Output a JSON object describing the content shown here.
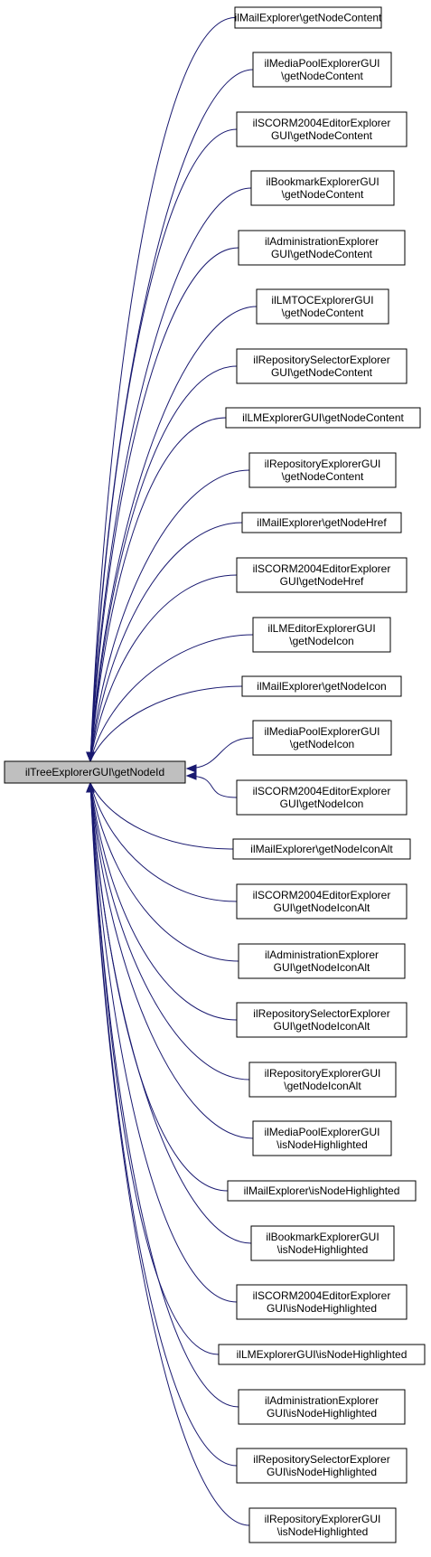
{
  "colors": {
    "edge": "#191970",
    "root_fill": "#bfbfbf",
    "node_fill": "#ffffff",
    "border": "#000000"
  },
  "root": {
    "label": "ilTreeExplorerGUI\\getNodeId"
  },
  "nodes": [
    {
      "lines": [
        "ilMailExplorer\\getNodeContent"
      ]
    },
    {
      "lines": [
        "ilMediaPoolExplorerGUI",
        "\\getNodeContent"
      ]
    },
    {
      "lines": [
        "ilSCORM2004EditorExplorer",
        "GUI\\getNodeContent"
      ]
    },
    {
      "lines": [
        "ilBookmarkExplorerGUI",
        "\\getNodeContent"
      ]
    },
    {
      "lines": [
        "ilAdministrationExplorer",
        "GUI\\getNodeContent"
      ]
    },
    {
      "lines": [
        "ilLMTOCExplorerGUI",
        "\\getNodeContent"
      ]
    },
    {
      "lines": [
        "ilRepositorySelectorExplorer",
        "GUI\\getNodeContent"
      ]
    },
    {
      "lines": [
        "ilLMExplorerGUI\\getNodeContent"
      ]
    },
    {
      "lines": [
        "ilRepositoryExplorerGUI",
        "\\getNodeContent"
      ]
    },
    {
      "lines": [
        "ilMailExplorer\\getNodeHref"
      ]
    },
    {
      "lines": [
        "ilSCORM2004EditorExplorer",
        "GUI\\getNodeHref"
      ]
    },
    {
      "lines": [
        "ilLMEditorExplorerGUI",
        "\\getNodeIcon"
      ]
    },
    {
      "lines": [
        "ilMailExplorer\\getNodeIcon"
      ]
    },
    {
      "lines": [
        "ilMediaPoolExplorerGUI",
        "\\getNodeIcon"
      ]
    },
    {
      "lines": [
        "ilSCORM2004EditorExplorer",
        "GUI\\getNodeIcon"
      ]
    },
    {
      "lines": [
        "ilMailExplorer\\getNodeIconAlt"
      ]
    },
    {
      "lines": [
        "ilSCORM2004EditorExplorer",
        "GUI\\getNodeIconAlt"
      ]
    },
    {
      "lines": [
        "ilAdministrationExplorer",
        "GUI\\getNodeIconAlt"
      ]
    },
    {
      "lines": [
        "ilRepositorySelectorExplorer",
        "GUI\\getNodeIconAlt"
      ]
    },
    {
      "lines": [
        "ilRepositoryExplorerGUI",
        "\\getNodeIconAlt"
      ]
    },
    {
      "lines": [
        "ilMediaPoolExplorerGUI",
        "\\isNodeHighlighted"
      ]
    },
    {
      "lines": [
        "ilMailExplorer\\isNodeHighlighted"
      ]
    },
    {
      "lines": [
        "ilBookmarkExplorerGUI",
        "\\isNodeHighlighted"
      ]
    },
    {
      "lines": [
        "ilSCORM2004EditorExplorer",
        "GUI\\isNodeHighlighted"
      ]
    },
    {
      "lines": [
        "ilLMExplorerGUI\\isNodeHighlighted"
      ]
    },
    {
      "lines": [
        "ilAdministrationExplorer",
        "GUI\\isNodeHighlighted"
      ]
    },
    {
      "lines": [
        "ilRepositorySelectorExplorer",
        "GUI\\isNodeHighlighted"
      ]
    },
    {
      "lines": [
        "ilRepositoryExplorerGUI",
        "\\isNodeHighlighted"
      ]
    }
  ]
}
